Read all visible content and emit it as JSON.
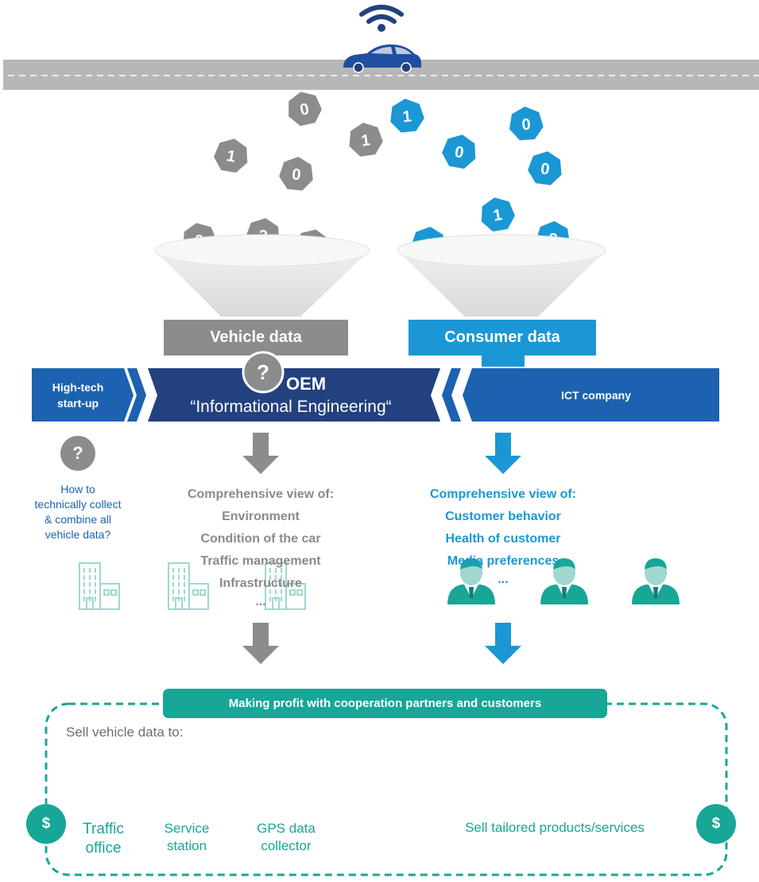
{
  "colors": {
    "grey": "#8c8c8c",
    "light_blue": "#1b97d6",
    "oem_blue": "#23417f",
    "mid_blue": "#1c62b0",
    "teal": "#18a697",
    "road": "#b7b7b7"
  },
  "hexagons": [
    {
      "digit": "0",
      "color": "grey"
    },
    {
      "digit": "1",
      "color": "grey"
    },
    {
      "digit": "1",
      "color": "grey"
    },
    {
      "digit": "0",
      "color": "grey"
    },
    {
      "digit": "0",
      "color": "grey"
    },
    {
      "digit": "2",
      "color": "grey"
    },
    {
      "digit": "1",
      "color": "grey"
    },
    {
      "digit": "1",
      "color": "blue"
    },
    {
      "digit": "0",
      "color": "blue"
    },
    {
      "digit": "0",
      "color": "blue"
    },
    {
      "digit": "0",
      "color": "blue"
    },
    {
      "digit": "1",
      "color": "blue"
    },
    {
      "digit": "0",
      "color": "blue"
    },
    {
      "digit": "2",
      "color": "blue"
    }
  ],
  "funnels": {
    "vehicle_label": "Vehicle data",
    "consumer_label": "Consumer data"
  },
  "banner": {
    "startup": "High-tech\nstart-up",
    "oem_title": "OEM",
    "oem_subtitle": "“Informational Engineering“",
    "ict": "ICT company",
    "question_mark": "?"
  },
  "side_note": {
    "question_mark": "?",
    "text": "How to\ntechnically collect\n& combine all\nvehicle data?"
  },
  "vehicle_view": {
    "heading": "Comprehensive view of:",
    "items": [
      "Environment",
      "Condition of the car",
      "Traffic management",
      "Infrastructure",
      "..."
    ]
  },
  "consumer_view": {
    "heading": "Comprehensive view of:",
    "items": [
      "Customer behavior",
      "Health of customer",
      "Media preferences",
      "..."
    ]
  },
  "profit": {
    "title": "Making profit with cooperation partners and customers",
    "sell_vehicle": "Sell vehicle data to:",
    "dollar": "$",
    "buyers": [
      {
        "label": "Traffic\noffice",
        "icon": "building-icon"
      },
      {
        "label": "Service\nstation",
        "icon": "building-icon"
      },
      {
        "label": "GPS data\ncollector",
        "icon": "building-icon"
      }
    ],
    "customers_icon": "person-icon",
    "sell_products": "Sell tailored products/services"
  }
}
